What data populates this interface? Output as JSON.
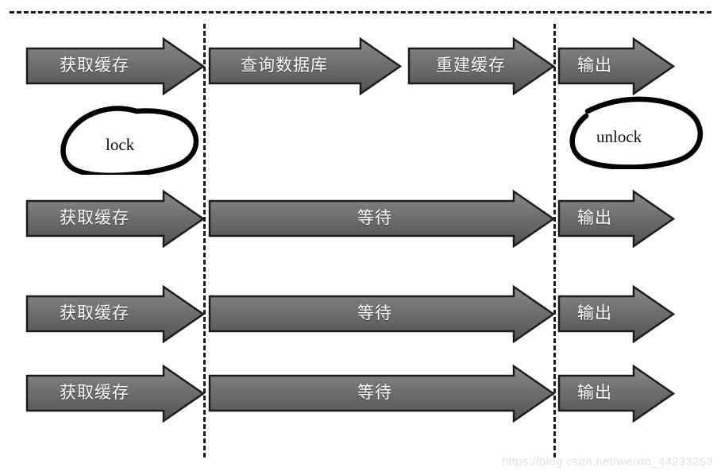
{
  "diagram": {
    "title": "Cache rebuild lock sequence diagram",
    "colors": {
      "arrow_fill_light": "#7a7a7a",
      "arrow_fill_dark": "#5a5a5a",
      "arrow_stroke": "#1c1c1c",
      "label_text": "#ffffff",
      "dashed_line": "#1a1a1a",
      "scribble": "#000000",
      "watermark": "#e2e2e2"
    },
    "dividers": [
      {
        "name": "top-boundary",
        "orientation": "horizontal"
      },
      {
        "name": "lock-acquire-boundary",
        "orientation": "vertical"
      },
      {
        "name": "lock-release-boundary",
        "orientation": "vertical"
      }
    ],
    "rows": [
      {
        "name": "thread-1",
        "arrows": [
          {
            "label": "获取缓存",
            "name": "arrow-get-cache"
          },
          {
            "label": "查询数据库",
            "name": "arrow-query-db"
          },
          {
            "label": "重建缓存",
            "name": "arrow-rebuild-cache"
          },
          {
            "label": "输出",
            "name": "arrow-output"
          }
        ]
      },
      {
        "name": "thread-2",
        "arrows": [
          {
            "label": "获取缓存",
            "name": "arrow-get-cache"
          },
          {
            "label": "等待",
            "name": "arrow-wait"
          },
          {
            "label": "输出",
            "name": "arrow-output"
          }
        ]
      },
      {
        "name": "thread-3",
        "arrows": [
          {
            "label": "获取缓存",
            "name": "arrow-get-cache"
          },
          {
            "label": "等待",
            "name": "arrow-wait"
          },
          {
            "label": "输出",
            "name": "arrow-output"
          }
        ]
      },
      {
        "name": "thread-4",
        "arrows": [
          {
            "label": "获取缓存",
            "name": "arrow-get-cache"
          },
          {
            "label": "等待",
            "name": "arrow-wait"
          },
          {
            "label": "输出",
            "name": "arrow-output"
          }
        ]
      }
    ],
    "annotations": [
      {
        "name": "lock-annotation",
        "text": "lock"
      },
      {
        "name": "unlock-annotation",
        "text": "unlock"
      }
    ],
    "watermark": "https://blog.csdn.net/weixin_44233253"
  }
}
